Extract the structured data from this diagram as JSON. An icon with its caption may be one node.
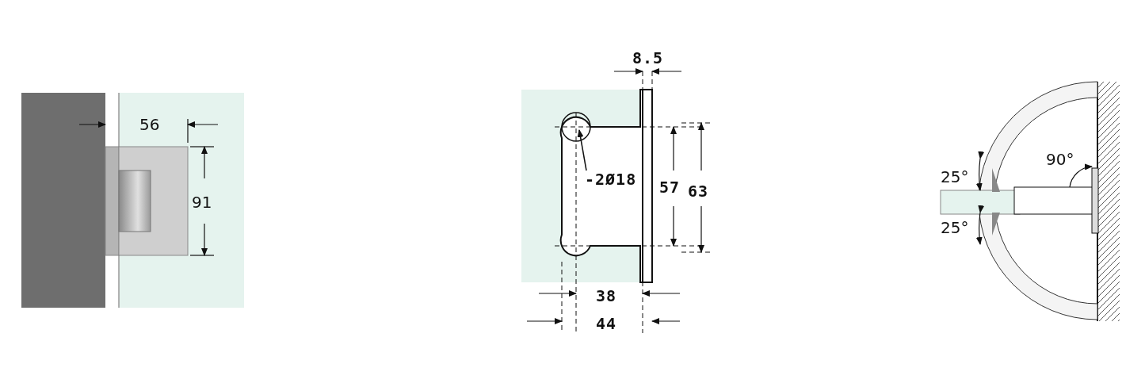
{
  "diagram": {
    "nodes": [
      {
        "text": [
          "-2Ø18"
        ]
      },
      {
        "text": [],
        "shape": "circle"
      }
    ],
    "edges": [
      {
        "from": 0,
        "to": 1,
        "arrow": "to"
      }
    ],
    "labels": [
      "56",
      "91",
      "8.5",
      "57",
      "63",
      "38",
      "44",
      "25°",
      "90°",
      "25°"
    ]
  }
}
